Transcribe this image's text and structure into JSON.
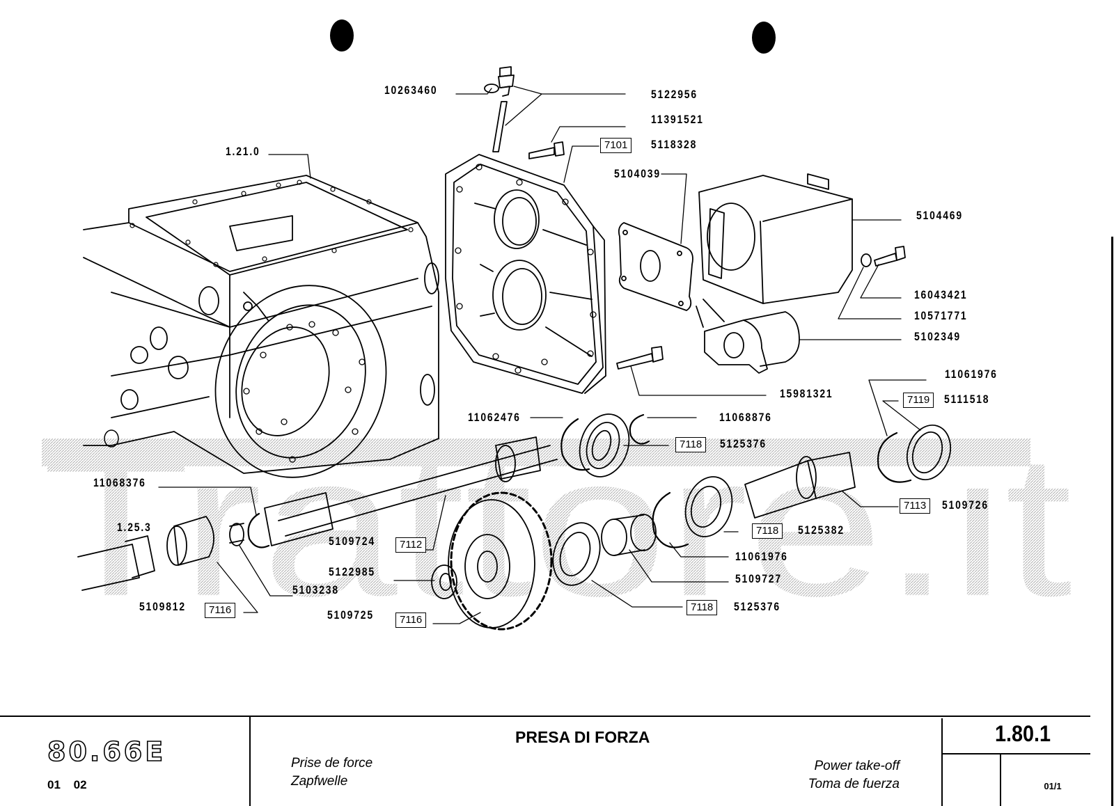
{
  "diagram": {
    "type": "exploded-parts-diagram",
    "subject": "Power take-off assembly",
    "watermark": "Trattore.it",
    "part_labels": [
      {
        "id": "lbl-10263460",
        "text": "10263460"
      },
      {
        "id": "lbl-5122956",
        "text": "5122956"
      },
      {
        "id": "lbl-11391521",
        "text": "11391521"
      },
      {
        "id": "lbl-5118328",
        "text": "5118328",
        "ref": "7101"
      },
      {
        "id": "lbl-1210",
        "text": "1.21.0"
      },
      {
        "id": "lbl-5104039",
        "text": "5104039"
      },
      {
        "id": "lbl-5104469",
        "text": "5104469"
      },
      {
        "id": "lbl-16043421",
        "text": "16043421"
      },
      {
        "id": "lbl-10571771",
        "text": "10571771"
      },
      {
        "id": "lbl-5102349",
        "text": "5102349"
      },
      {
        "id": "lbl-15981321",
        "text": "15981321"
      },
      {
        "id": "lbl-11061976-top",
        "text": "11061976"
      },
      {
        "id": "lbl-5111518",
        "text": "5111518",
        "ref": "7119"
      },
      {
        "id": "lbl-11062476",
        "text": "11062476"
      },
      {
        "id": "lbl-11068876",
        "text": "11068876"
      },
      {
        "id": "lbl-5125376-top",
        "text": "5125376",
        "ref": "7118"
      },
      {
        "id": "lbl-11068376",
        "text": "11068376"
      },
      {
        "id": "lbl-5109726",
        "text": "5109726",
        "ref": "7113"
      },
      {
        "id": "lbl-1253",
        "text": "1.25.3"
      },
      {
        "id": "lbl-5125382",
        "text": "5125382",
        "ref": "7118"
      },
      {
        "id": "lbl-5109724",
        "text": "5109724",
        "ref": "7112"
      },
      {
        "id": "lbl-11061976-bottom",
        "text": "11061976"
      },
      {
        "id": "lbl-5122985",
        "text": "5122985"
      },
      {
        "id": "lbl-5109727",
        "text": "5109727"
      },
      {
        "id": "lbl-5103238",
        "text": "5103238"
      },
      {
        "id": "lbl-5109812",
        "text": "5109812",
        "ref": "7116"
      },
      {
        "id": "lbl-5109725",
        "text": "5109725",
        "ref": "7116"
      },
      {
        "id": "lbl-5125376-bottom",
        "text": "5125376",
        "ref": "7118"
      }
    ]
  },
  "title_block": {
    "model": "80.66E",
    "model_sub": "01 02",
    "title_it": "PRESA DI FORZA",
    "title_fr": "Prise de force",
    "title_de": "Zapfwelle",
    "title_en": "Power take-off",
    "title_es": "Toma de fuerza",
    "section_code": "1.80.1",
    "sheet": "01/1"
  }
}
